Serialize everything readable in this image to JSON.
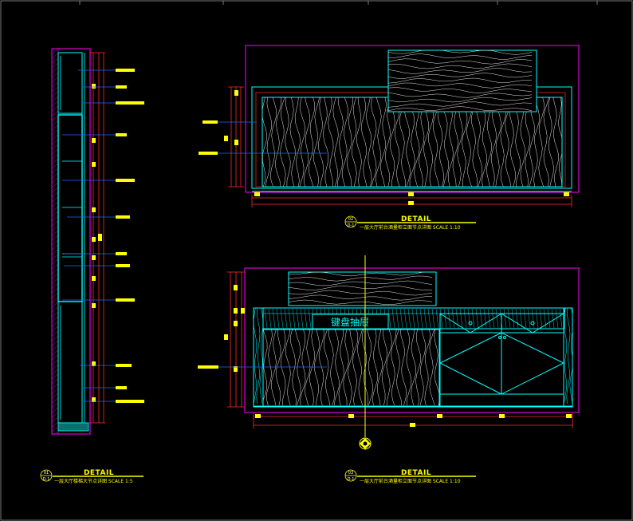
{
  "colors": {
    "background": "#000000",
    "frame": "#ff00ff",
    "outline": "#00ffff",
    "dimension": "#ff2a2a",
    "leader": "#1e64ff",
    "tag": "#ffff00",
    "axis": "#ffff00",
    "grain": "#e8e8e8",
    "frame_border": "#c8c8c8"
  },
  "details": [
    {
      "id": "detail-01",
      "title": "DETAIL",
      "number": "01",
      "sheet": "D-1",
      "subtitle": "一层大厅楼梯大节点详图  SCALE 1:5"
    },
    {
      "id": "detail-02",
      "title": "DETAIL",
      "number": "02",
      "sheet": "D-1",
      "subtitle": "一层大厅前台酒量柜立面节点详图  SCALE 1:10"
    },
    {
      "id": "detail-03",
      "title": "DETAIL",
      "number": "03",
      "sheet": "D-1",
      "subtitle": "一层大厅前台酒量柜立面节点详图  SCALE 1:10"
    }
  ],
  "front_elevation": {
    "drawer_label": "键盘抽屉"
  },
  "icons": {
    "axis_marker": "axis-marker-icon",
    "detail_bubble": "detail-bubble-icon"
  }
}
